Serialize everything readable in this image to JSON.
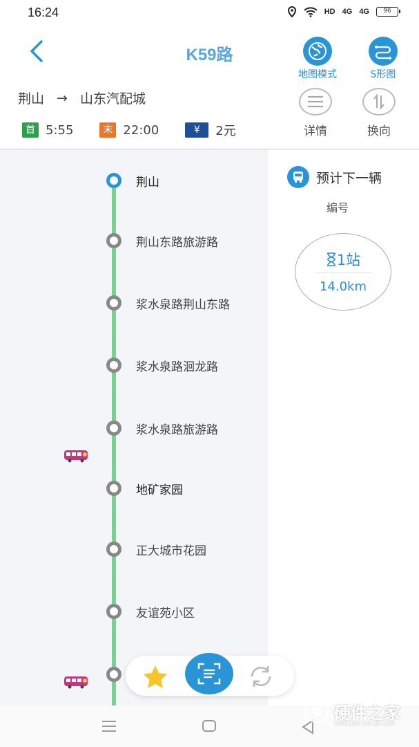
{
  "status_bar": {
    "time": "16:24",
    "hd": "HD",
    "net1": "4G",
    "net2": "4G",
    "battery": "96"
  },
  "header": {
    "title": "K59路",
    "map_mode_label": "地图模式",
    "s_map_label": "S形图"
  },
  "route": {
    "from": "荆山",
    "arrow": "→",
    "to": "山东汽配城",
    "first_tag": "首",
    "first_time": "5:55",
    "last_tag": "末",
    "last_time": "22:00",
    "fare_tag": "¥",
    "fare": "2元",
    "details_label": "详情",
    "reverse_label": "换向"
  },
  "stations": [
    {
      "name": "荆山"
    },
    {
      "name": "荆山东路旅游路"
    },
    {
      "name": "浆水泉路荆山东路"
    },
    {
      "name": "浆水泉路洄龙路"
    },
    {
      "name": "浆水泉路旅游路"
    },
    {
      "name": "地矿家园"
    },
    {
      "name": "正大城市花园"
    },
    {
      "name": "友谊苑小区"
    }
  ],
  "next_bus": {
    "title": "预计下一辆",
    "number_label": "编号",
    "stops": "1站",
    "distance": "14.0km"
  },
  "watermark": {
    "text": "硬件之家",
    "sub": "YING JIAN ZHI JIA.COM"
  },
  "colors": {
    "accent": "#2a95d6",
    "track": "#7bd18f",
    "first": "#2aa14a",
    "last": "#ea7628",
    "fare": "#1f4f96"
  }
}
